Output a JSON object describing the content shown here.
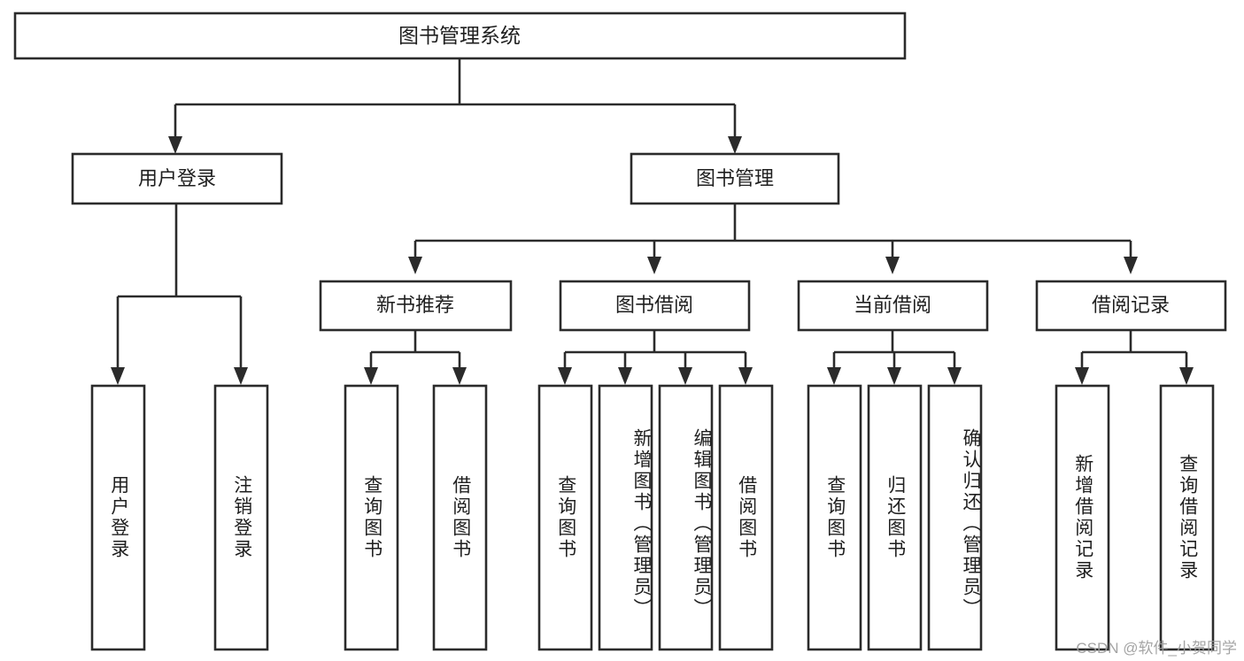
{
  "diagram": {
    "type": "tree-hierarchy",
    "title": "图书管理系统",
    "root": {
      "id": "root",
      "label": "图书管理系统",
      "orientation": "horizontal"
    },
    "level2": [
      {
        "id": "user-login",
        "label": "用户登录",
        "orientation": "horizontal"
      },
      {
        "id": "book-manage",
        "label": "图书管理",
        "orientation": "horizontal"
      }
    ],
    "level3": [
      {
        "id": "new-book-rec",
        "label": "新书推荐",
        "orientation": "horizontal",
        "parent": "book-manage"
      },
      {
        "id": "book-borrow",
        "label": "图书借阅",
        "orientation": "horizontal",
        "parent": "book-manage"
      },
      {
        "id": "current-borrow",
        "label": "当前借阅",
        "orientation": "horizontal",
        "parent": "book-manage"
      },
      {
        "id": "borrow-record",
        "label": "借阅记录",
        "orientation": "horizontal",
        "parent": "book-manage"
      }
    ],
    "leaves": [
      {
        "id": "leaf-user-login",
        "label": "用户登录",
        "parent": "user-login",
        "orientation": "vertical"
      },
      {
        "id": "leaf-logout-login",
        "label": "注销登录",
        "parent": "user-login",
        "orientation": "vertical"
      },
      {
        "id": "leaf-query-book-1",
        "label": "查询图书",
        "parent": "new-book-rec",
        "orientation": "vertical"
      },
      {
        "id": "leaf-borrow-book-1",
        "label": "借阅图书",
        "parent": "new-book-rec",
        "orientation": "vertical"
      },
      {
        "id": "leaf-query-book-2",
        "label": "查询图书",
        "parent": "book-borrow",
        "orientation": "vertical"
      },
      {
        "id": "leaf-add-book",
        "label": "新增图书（管理员）",
        "parent": "book-borrow",
        "orientation": "vertical"
      },
      {
        "id": "leaf-edit-book",
        "label": "编辑图书（管理员）",
        "parent": "book-borrow",
        "orientation": "vertical"
      },
      {
        "id": "leaf-borrow-book-2",
        "label": "借阅图书",
        "parent": "book-borrow",
        "orientation": "vertical"
      },
      {
        "id": "leaf-query-book-3",
        "label": "查询图书",
        "parent": "current-borrow",
        "orientation": "vertical"
      },
      {
        "id": "leaf-return-book",
        "label": "归还图书",
        "parent": "current-borrow",
        "orientation": "vertical"
      },
      {
        "id": "leaf-confirm-return",
        "label": "确认归还（管理员）",
        "parent": "current-borrow",
        "orientation": "vertical"
      },
      {
        "id": "leaf-add-record",
        "label": "新增借阅记录",
        "parent": "borrow-record",
        "orientation": "vertical"
      },
      {
        "id": "leaf-query-record",
        "label": "查询借阅记录",
        "parent": "borrow-record",
        "orientation": "vertical"
      }
    ],
    "colors": {
      "background": "#ffffff",
      "box_fill": "#ffffff",
      "box_stroke": "#2b2b2b",
      "text": "#1f1f1f",
      "watermark": "#9d9d9d"
    }
  },
  "watermark": {
    "text": "CSDN @软件_小贺同学"
  }
}
